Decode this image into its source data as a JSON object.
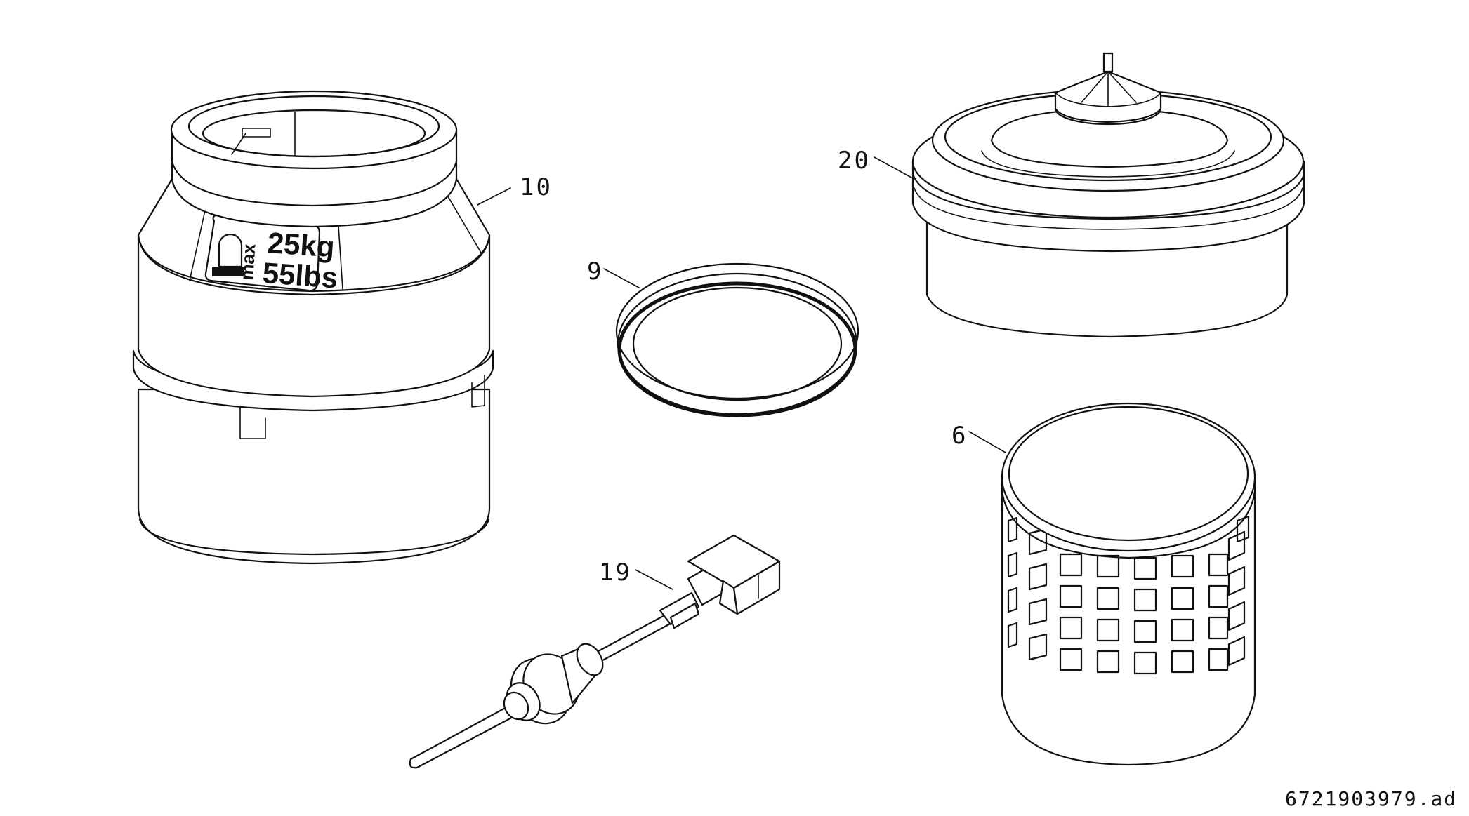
{
  "callouts": {
    "part_10": "10",
    "part_9": "9",
    "part_20": "20",
    "part_6": "6",
    "part_19": "19"
  },
  "weight_label": {
    "kg": "25kg",
    "lbs": "55lbs",
    "prefix": "max"
  },
  "drawing_reference": "6721903979.ad"
}
